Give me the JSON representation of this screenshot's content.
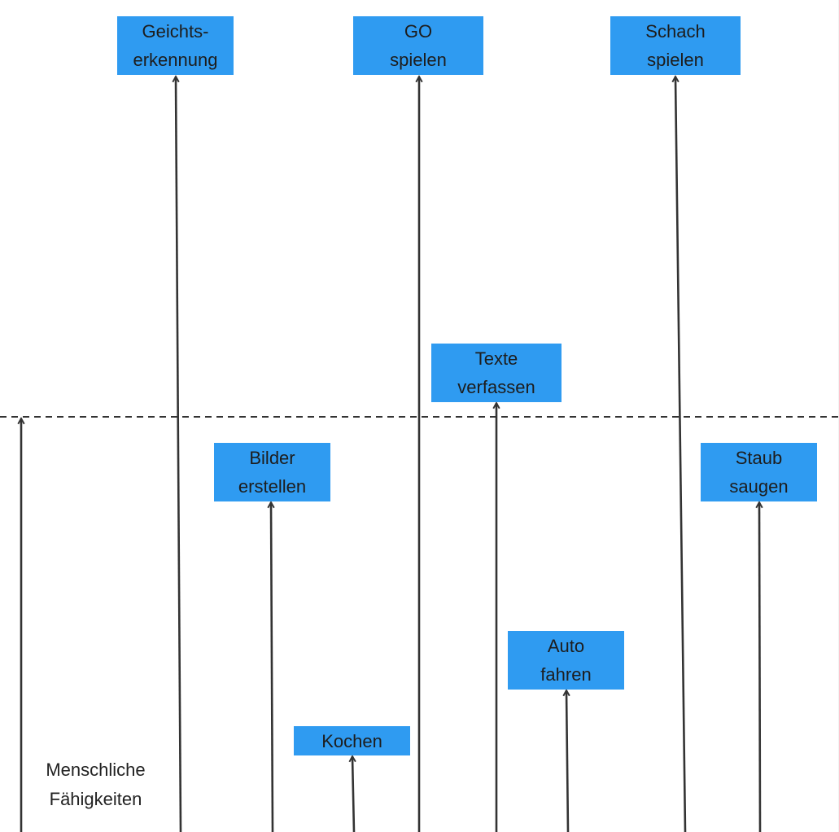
{
  "diagram": {
    "threshold_label": [
      "Menschliche",
      "Fähigkeiten"
    ],
    "nodes": [
      {
        "id": "face-recognition",
        "lines": [
          "Geichts-",
          "erkennung"
        ]
      },
      {
        "id": "play-go",
        "lines": [
          "GO",
          "spielen"
        ]
      },
      {
        "id": "play-chess",
        "lines": [
          "Schach",
          "spielen"
        ]
      },
      {
        "id": "write-texts",
        "lines": [
          "Texte",
          "verfassen"
        ]
      },
      {
        "id": "create-images",
        "lines": [
          "Bilder",
          "erstellen"
        ]
      },
      {
        "id": "vacuum",
        "lines": [
          "Staub",
          "saugen"
        ]
      },
      {
        "id": "drive-car",
        "lines": [
          "Auto",
          "fahren"
        ]
      },
      {
        "id": "cooking",
        "lines": [
          "Kochen"
        ]
      }
    ]
  },
  "colors": {
    "box": "#2f9bf1",
    "arrow": "#333333",
    "text": "#1d1d1d"
  }
}
